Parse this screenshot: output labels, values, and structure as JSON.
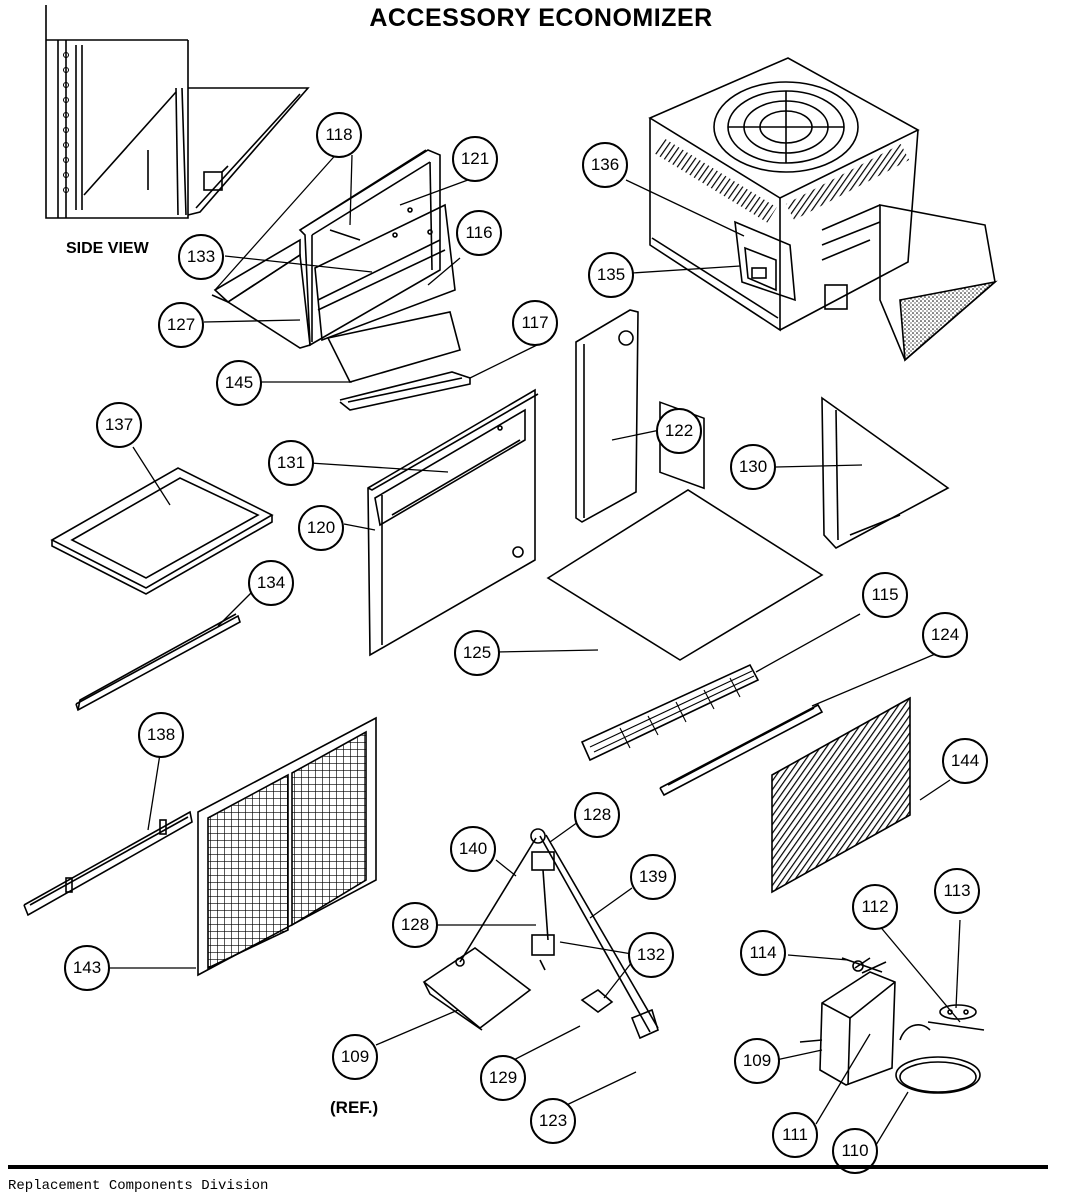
{
  "title": "ACCESSORY ECONOMIZER",
  "side_view_label": "SIDE VIEW",
  "ref_label": "(REF.)",
  "footer_text": "Replacement Components Division",
  "callouts": {
    "c118": "118",
    "c121": "121",
    "c133": "133",
    "c116": "116",
    "c127": "127",
    "c145": "145",
    "c117": "117",
    "c136": "136",
    "c135": "135",
    "c122": "122",
    "c137": "137",
    "c131": "131",
    "c120": "120",
    "c130": "130",
    "c134": "134",
    "c115": "115",
    "c124": "124",
    "c125": "125",
    "c138": "138",
    "c144": "144",
    "c128a": "128",
    "c140": "140",
    "c139": "139",
    "c128b": "128",
    "c132": "132",
    "c143": "143",
    "c109a": "109",
    "c129": "129",
    "c123": "123",
    "c114": "114",
    "c112": "112",
    "c113": "113",
    "c109b": "109",
    "c111": "111",
    "c110": "110"
  }
}
